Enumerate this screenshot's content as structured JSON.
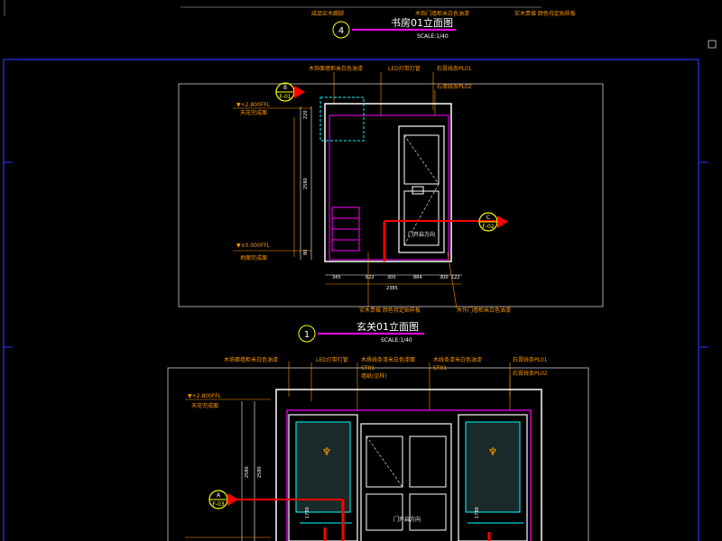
{
  "drawing": {
    "top_title": {
      "number": "4",
      "title": "书房01立面图",
      "scale": "SCALE:1/40"
    },
    "top_notes": [
      "成品实木踢脚",
      "木饰门墙柜米白色油漆",
      "实木贵樑 颜色待定贴样板"
    ],
    "mid_title": {
      "number": "1",
      "title": "玄关01立面图",
      "scale": "SCALE:1/40"
    },
    "mid_notes_top": [
      "木饰面墙柜米白色油漆",
      "LED灯带灯管",
      "石膏线条PL01",
      "石膏线条PL02"
    ],
    "mid_notes_left": [
      "▼+2.800FFL",
      "天花完成面",
      "▼±0.000FFL",
      "地面完成面"
    ],
    "mid_notes_bottom": [
      "实木贵樑 颜色待定贴样板",
      "木作门墙柜米白色油漆"
    ],
    "mid_door_text": "门开启方向",
    "mid_dims_v": [
      "220",
      "2580",
      "80"
    ],
    "mid_dims_h": [
      "345",
      "622",
      "300",
      "884",
      "300",
      "122"
    ],
    "mid_total": "2385",
    "callout_b": {
      "letter": "B",
      "code": "F-01"
    },
    "callout_c": {
      "letter": "C",
      "code": "F-02"
    },
    "callout_a": {
      "letter": "A",
      "code": "F-03"
    },
    "low_notes_top": [
      "木饰面墙柜米白色油漆",
      "LED灯带灯管",
      "木质线条漆米白色漆面",
      "ST01",
      "墙纸(见样)",
      "木线条漆米白色油漆",
      "ST01",
      "石膏线条PL01",
      "石膏线条PL02"
    ],
    "low_notes_left": [
      "▼+2.800FFL",
      "天花完成面"
    ],
    "low_dims_v": [
      "2580",
      "2580",
      "1780",
      "1780"
    ],
    "low_door_text": "门开启方向",
    "colors": {
      "frame": "#e0e0e0",
      "accent": "#ff00ff",
      "label": "#ff9900",
      "dim": "#ffffff",
      "marker": "#ffff00",
      "redline": "#ff0000",
      "cyan": "#00ffff",
      "blueframe": "#3333ff"
    }
  }
}
